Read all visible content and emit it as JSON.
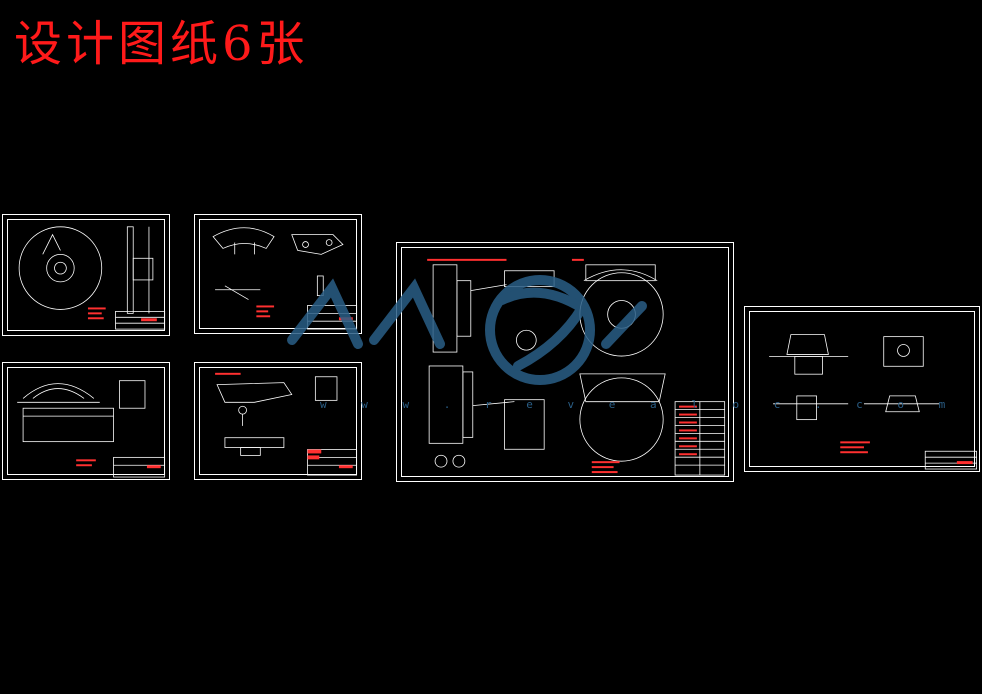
{
  "header": {
    "title": "设计图纸6张"
  },
  "watermark": {
    "url": "w w w . r e v e a l o c . c o m"
  },
  "colors": {
    "background": "#000000",
    "title": "#ff1a1a",
    "lines": "#ffffff",
    "annotation": "#ff3030",
    "watermark": "#2a5e86"
  },
  "sheets": [
    {
      "id": "1"
    },
    {
      "id": "2"
    },
    {
      "id": "3"
    },
    {
      "id": "4"
    },
    {
      "id": "5"
    },
    {
      "id": "6"
    }
  ]
}
